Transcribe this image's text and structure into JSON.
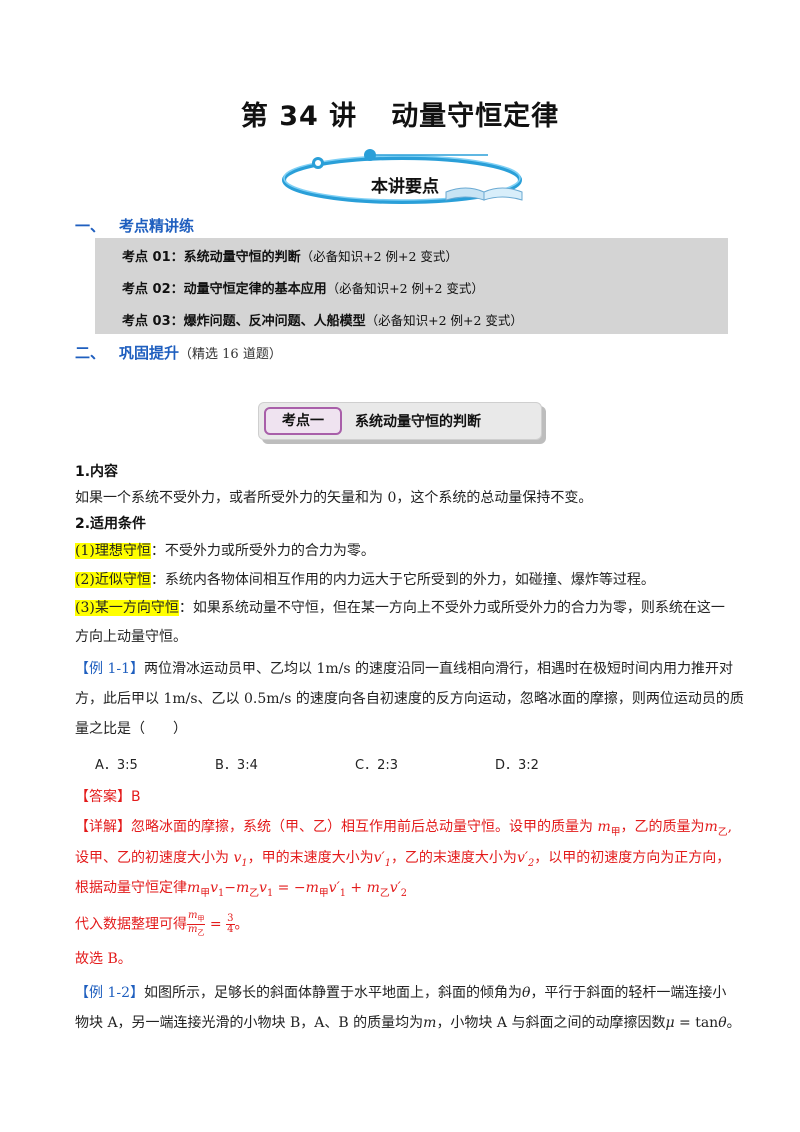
{
  "header": {
    "title_part1": "第 34 讲",
    "title_part2": "动量守恒定律",
    "banner_label": "本讲要点"
  },
  "sections": [
    {
      "num": "一、",
      "title": "考点精讲练"
    },
    {
      "num": "二、",
      "title": "巩固提升",
      "note": "（精选 16 道题）"
    }
  ],
  "toc": [
    {
      "label": "考点 01：系统动量守恒的判断",
      "sub": "（必备知识+2 例+2 变式）"
    },
    {
      "label": "考点 02：动量守恒定律的基本应用",
      "sub": "（必备知识+2 例+2 变式）"
    },
    {
      "label": "考点 03：爆炸问题、反冲问题、人船模型",
      "sub": "（必备知识+2 例+2 变式）"
    }
  ],
  "kaodian": {
    "tag": "考点一",
    "text": "系统动量守恒的判断"
  },
  "content": {
    "h1": "1.内容",
    "p1": "如果一个系统不受外力，或者所受外力的矢量和为 0，这个系统的总动量保持不变。",
    "h2": "2.适用条件",
    "c1_label": "(1)理想守恒",
    "c1_text": "：不受外力或所受外力的合力为零。",
    "c2_label": "(2)近似守恒",
    "c2_text": "：系统内各物体间相互作用的内力远大于它所受到的外力，如碰撞、爆炸等过程。",
    "c3_label": "(3)某一方向守恒",
    "c3_text": "：如果系统动量不守恒，但在某一方向上不受外力或所受外力的合力为零，则系统在这一",
    "c3_text2": "方向上动量守恒。"
  },
  "example1": {
    "tag": "【例 1-1】",
    "line1": "两位滑冰运动员甲、乙均以 1m/s 的速度沿同一直线相向滑行，相遇时在极短时间内用力推开对",
    "line2": "方，此后甲以 1m/s、乙以 0.5m/s 的速度向各自初速度的反方向运动，忽略冰面的摩擦，则两位运动员的质",
    "line3": "量之比是（　　）",
    "options": [
      "A．3:5",
      "B．3:4",
      "C．2:3",
      "D．3:2"
    ],
    "answer_tag": "【答案】",
    "answer": "B",
    "detail_tag": "【详解】",
    "d1": "忽略冰面的摩擦，系统（甲、乙）相互作用前后总动量守恒。设甲的质量为",
    "d1b": "，乙的质量为",
    "d2a": "设甲、乙的初速度大小为",
    "d2b": "，甲的末速度大小为",
    "d2c": "，乙的末速度大小为",
    "d2d": "，以甲的初速度方向为正方向，",
    "d3": "根据动量守恒定律",
    "d4": "代入数据整理可得",
    "d4_end": "。",
    "d5": "故选 B。"
  },
  "example2": {
    "tag": "【例 1-2】",
    "line1": "如图所示，足够长的斜面体静置于水平地面上，斜面的倾角为",
    "line1b": "，平行于斜面的轻杆一端连接小",
    "line2": "物块 A，另一端连接光滑的小物块 B，A、B 的质量均为",
    "line2b": "，小物块 A 与斜面之间的动摩擦因数",
    "line2c": "。"
  },
  "colors": {
    "accent_blue": "#1f5fbf",
    "answer_red": "#e31b1b",
    "highlight": "#ffff00",
    "tag_purple": "#a85fa9"
  },
  "icons": [
    "orbit-banner-icon",
    "book-icon"
  ]
}
